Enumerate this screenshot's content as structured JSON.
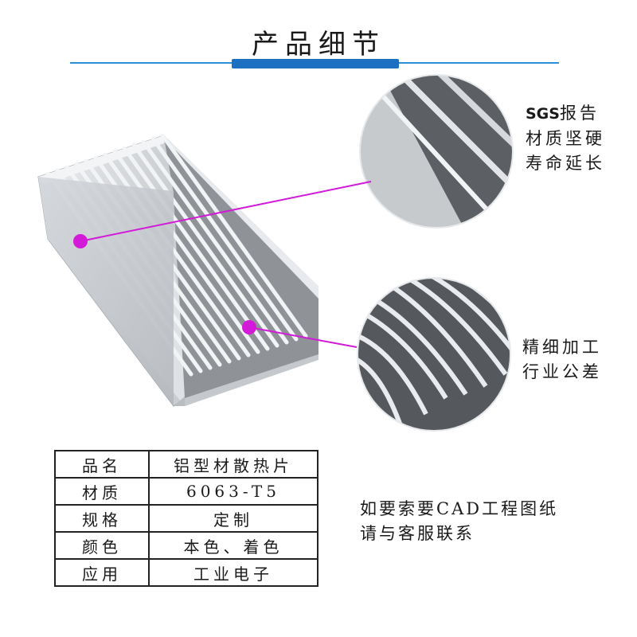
{
  "title": "产品细节",
  "callouts": {
    "top": {
      "brand": "SGS",
      "line1_suffix": "报告",
      "line2": "材质坚硬",
      "line3": "寿命延长"
    },
    "bottom": {
      "line1": "精细加工",
      "line2": "行业公差"
    }
  },
  "specs": [
    {
      "label": "品名",
      "value": "铝型材散热片"
    },
    {
      "label": "材质",
      "value": "6063-T5"
    },
    {
      "label": "规格",
      "value": "定制"
    },
    {
      "label": "颜色",
      "value": "本色、着色"
    },
    {
      "label": "应用",
      "value": "工业电子"
    }
  ],
  "contact": {
    "line1": "如要索要CAD工程图纸",
    "line2": "请与客服联系"
  },
  "colors": {
    "accent_blue": "#1d6fc1",
    "marker_magenta": "#d21ad8",
    "aluminium": "#c9ccd1",
    "fin_dark": "#5b5e63"
  }
}
